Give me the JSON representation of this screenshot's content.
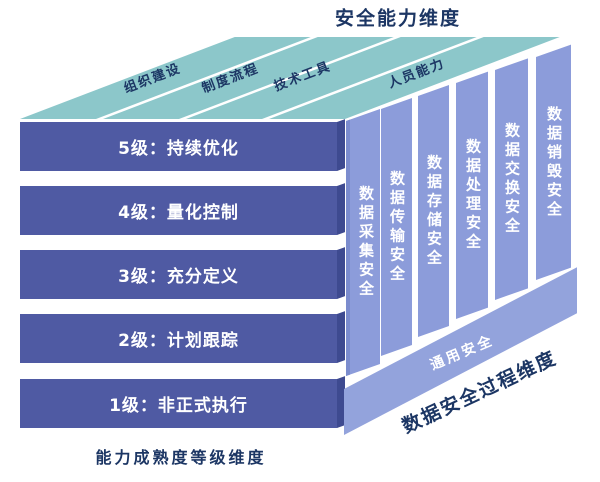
{
  "title_top": "安全能力维度",
  "capability_bands": [
    "组织建设",
    "制度流程",
    "技术工具",
    "人员能力"
  ],
  "maturity_levels": [
    "5级：持续优化",
    "4级：量化控制",
    "3级：充分定义",
    "2级：计划跟踪",
    "1级：非正式执行"
  ],
  "process_columns": [
    "数据采集安全",
    "数据传输安全",
    "数据存储安全",
    "数据处理安全",
    "数据交换安全",
    "数据销毁安全"
  ],
  "general_security": "通用安全",
  "axis_labels": {
    "right": "数据安全过程维度",
    "bottom": "能力成熟度等级维度"
  },
  "colors": {
    "teal-face": "#8cc7ca",
    "level-bar": "#4f5aa3",
    "level-bar-side": "#3e4a90",
    "process-column": "#8c9cda",
    "general-band": "#93a3dc",
    "navy-text": "#1c3664",
    "label-on-dark": "#ffffff"
  }
}
